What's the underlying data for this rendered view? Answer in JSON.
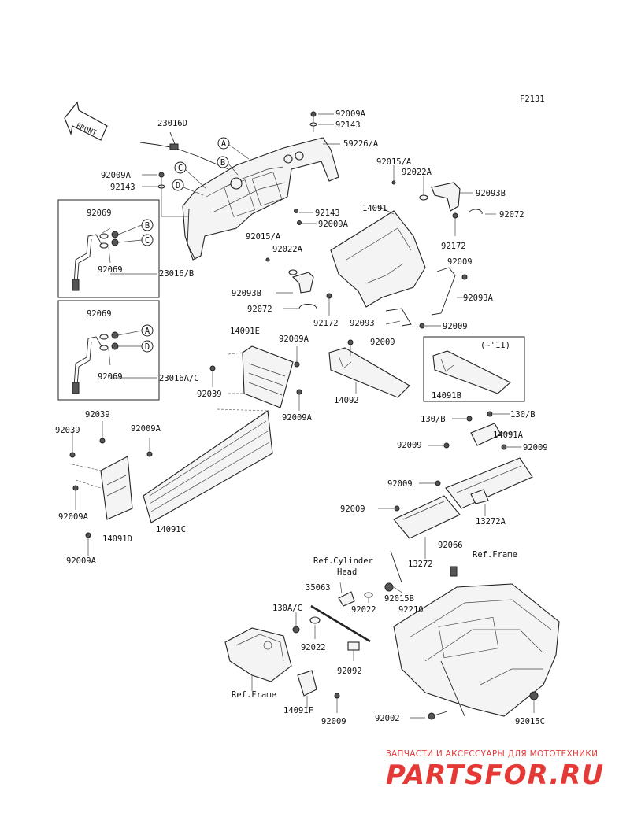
{
  "diagram": {
    "figure_code": "F2131",
    "front_label": "FRONT",
    "callout_letters": [
      "A",
      "B",
      "C",
      "D"
    ],
    "part_numbers": [
      "23016D",
      "92009A",
      "92143",
      "59226/A",
      "92009A",
      "92143",
      "92015/A",
      "92022A",
      "92093B",
      "92072",
      "92172",
      "92143",
      "92009A",
      "14091",
      "92015/A",
      "92022A",
      "92009",
      "92093B",
      "92093A",
      "92072",
      "92172",
      "92093",
      "92009",
      "92069",
      "92069",
      "23016/B",
      "92069",
      "92069",
      "23016A/C",
      "14091E",
      "92009A",
      "92039",
      "92009A",
      "92009",
      "14092",
      "(~'11)",
      "14091B",
      "130/B",
      "130/B",
      "14091A",
      "92009",
      "92009",
      "92039",
      "92039",
      "92009A",
      "14091C",
      "92009A",
      "14091D",
      "92009A",
      "92009",
      "92009",
      "13272A",
      "13272",
      "Ref.Cylinder",
      "Head",
      "35063",
      "92066",
      "Ref.Frame",
      "92015B",
      "92210",
      "92022",
      "130A/C",
      "92022",
      "92092",
      "Ref.Frame",
      "14091F",
      "92009",
      "92002",
      "92015C"
    ]
  },
  "watermark": {
    "subtitle": "ЗАПЧАСТИ И АКСЕССУАРЫ ДЛЯ МОТОТЕХНИКИ",
    "logo": "PARTSFOR.RU"
  }
}
